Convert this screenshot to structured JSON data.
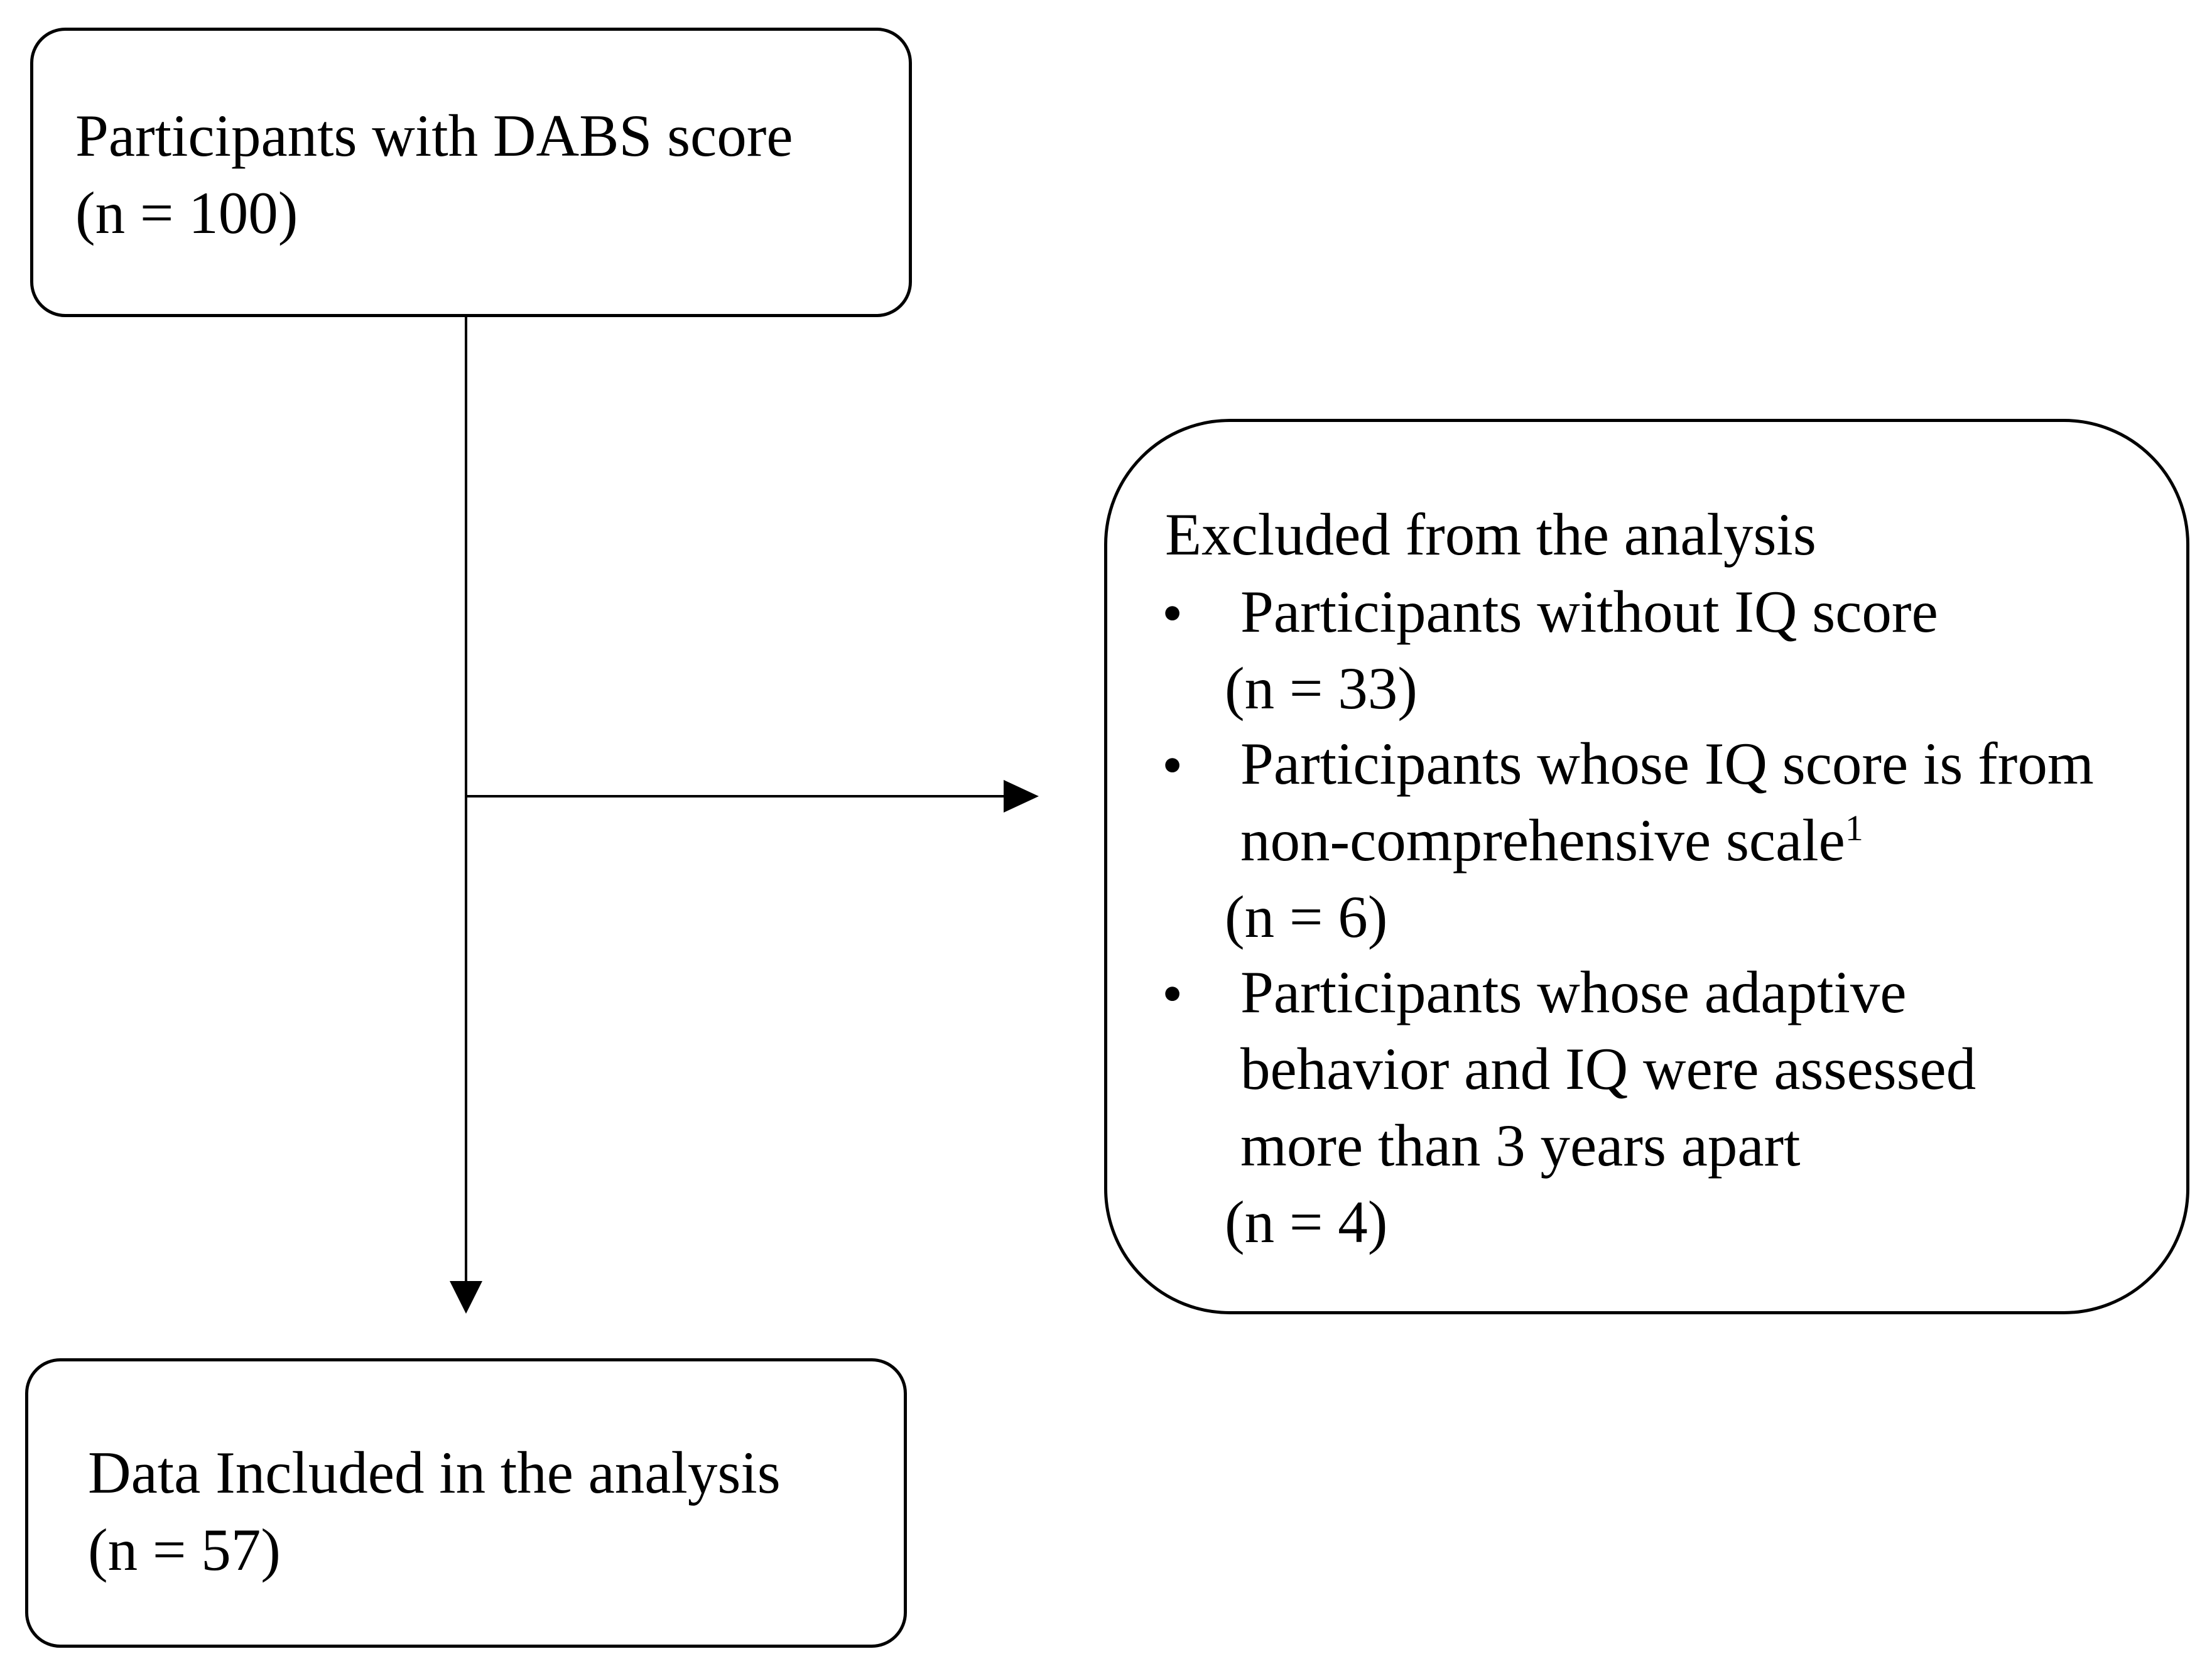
{
  "diagram": {
    "top_box": {
      "line1": "Participants with DABS score",
      "line2": "(n = 100)"
    },
    "excluded_box": {
      "title": "Excluded from the analysis",
      "items": [
        {
          "lines": [
            "Participants without IQ score"
          ],
          "footnote": "",
          "count": "(n = 33)"
        },
        {
          "lines": [
            "Participants whose IQ score is from",
            "non-comprehensive scale"
          ],
          "footnote": "1",
          "count": "(n = 6)"
        },
        {
          "lines": [
            "Participants whose adaptive",
            "behavior and IQ were assessed",
            "more than 3 years apart"
          ],
          "footnote": "",
          "count": "(n = 4)"
        }
      ]
    },
    "bottom_box": {
      "line1": "Data Included in the analysis",
      "line2": "(n = 57)"
    }
  },
  "colors": {
    "stroke": "#000000",
    "background": "#ffffff"
  }
}
